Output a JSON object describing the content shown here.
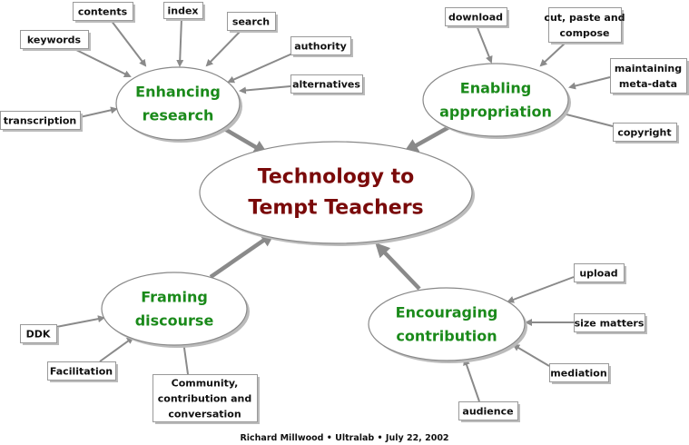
{
  "center": {
    "lines": [
      "Technology to",
      "Tempt Teachers"
    ],
    "color": "#7a0a0a"
  },
  "topic_color": "#1a8a1a",
  "topics": [
    {
      "id": "enhancing-research",
      "lines": [
        "Enhancing",
        "research"
      ]
    },
    {
      "id": "enabling-appropriation",
      "lines": [
        "Enabling",
        "appropriation"
      ]
    },
    {
      "id": "framing-discourse",
      "lines": [
        "Framing",
        "discourse"
      ]
    },
    {
      "id": "encouraging-contribution",
      "lines": [
        "Encouraging",
        "contribution"
      ]
    }
  ],
  "items": [
    {
      "id": "contents",
      "lines": [
        "contents"
      ]
    },
    {
      "id": "index",
      "lines": [
        "index"
      ]
    },
    {
      "id": "keywords",
      "lines": [
        "keywords"
      ]
    },
    {
      "id": "search",
      "lines": [
        "search"
      ]
    },
    {
      "id": "authority",
      "lines": [
        "authority"
      ]
    },
    {
      "id": "alternatives",
      "lines": [
        "alternatives"
      ]
    },
    {
      "id": "transcription",
      "lines": [
        "transcription"
      ]
    },
    {
      "id": "download",
      "lines": [
        "download"
      ]
    },
    {
      "id": "cut-paste-compose",
      "lines": [
        "cut, paste and",
        "compose"
      ]
    },
    {
      "id": "maintaining-meta-data",
      "lines": [
        "maintaining",
        "meta-data"
      ]
    },
    {
      "id": "copyright",
      "lines": [
        "copyright"
      ]
    },
    {
      "id": "upload",
      "lines": [
        "upload"
      ]
    },
    {
      "id": "size-matters",
      "lines": [
        "size matters"
      ]
    },
    {
      "id": "mediation",
      "lines": [
        "mediation"
      ]
    },
    {
      "id": "audience",
      "lines": [
        "audience"
      ]
    },
    {
      "id": "ddk",
      "lines": [
        "DDK"
      ]
    },
    {
      "id": "facilitation",
      "lines": [
        "Facilitation"
      ]
    },
    {
      "id": "community",
      "lines": [
        "Community,",
        "contribution and",
        "conversation"
      ]
    }
  ],
  "credit": "Richard Millwood • Ultralab • July 22, 2002"
}
